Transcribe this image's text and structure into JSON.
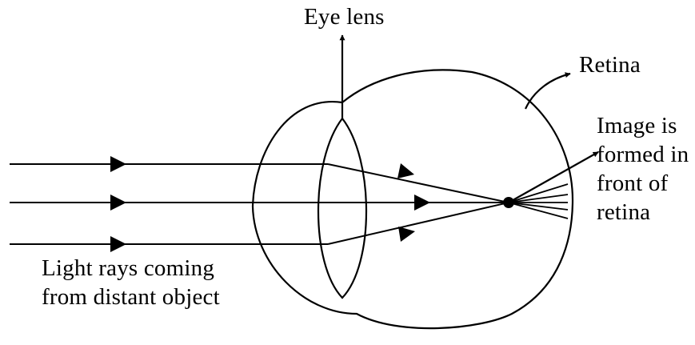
{
  "labels": {
    "eye_lens": "Eye lens",
    "retina": "Retina",
    "image_line1": "Image is",
    "image_line2": "formed in",
    "image_line3": "front of",
    "image_line4": "retina",
    "light_line1": "Light rays coming",
    "light_line2": "from distant object"
  },
  "colors": {
    "ink": "#000000",
    "background": "#ffffff"
  }
}
